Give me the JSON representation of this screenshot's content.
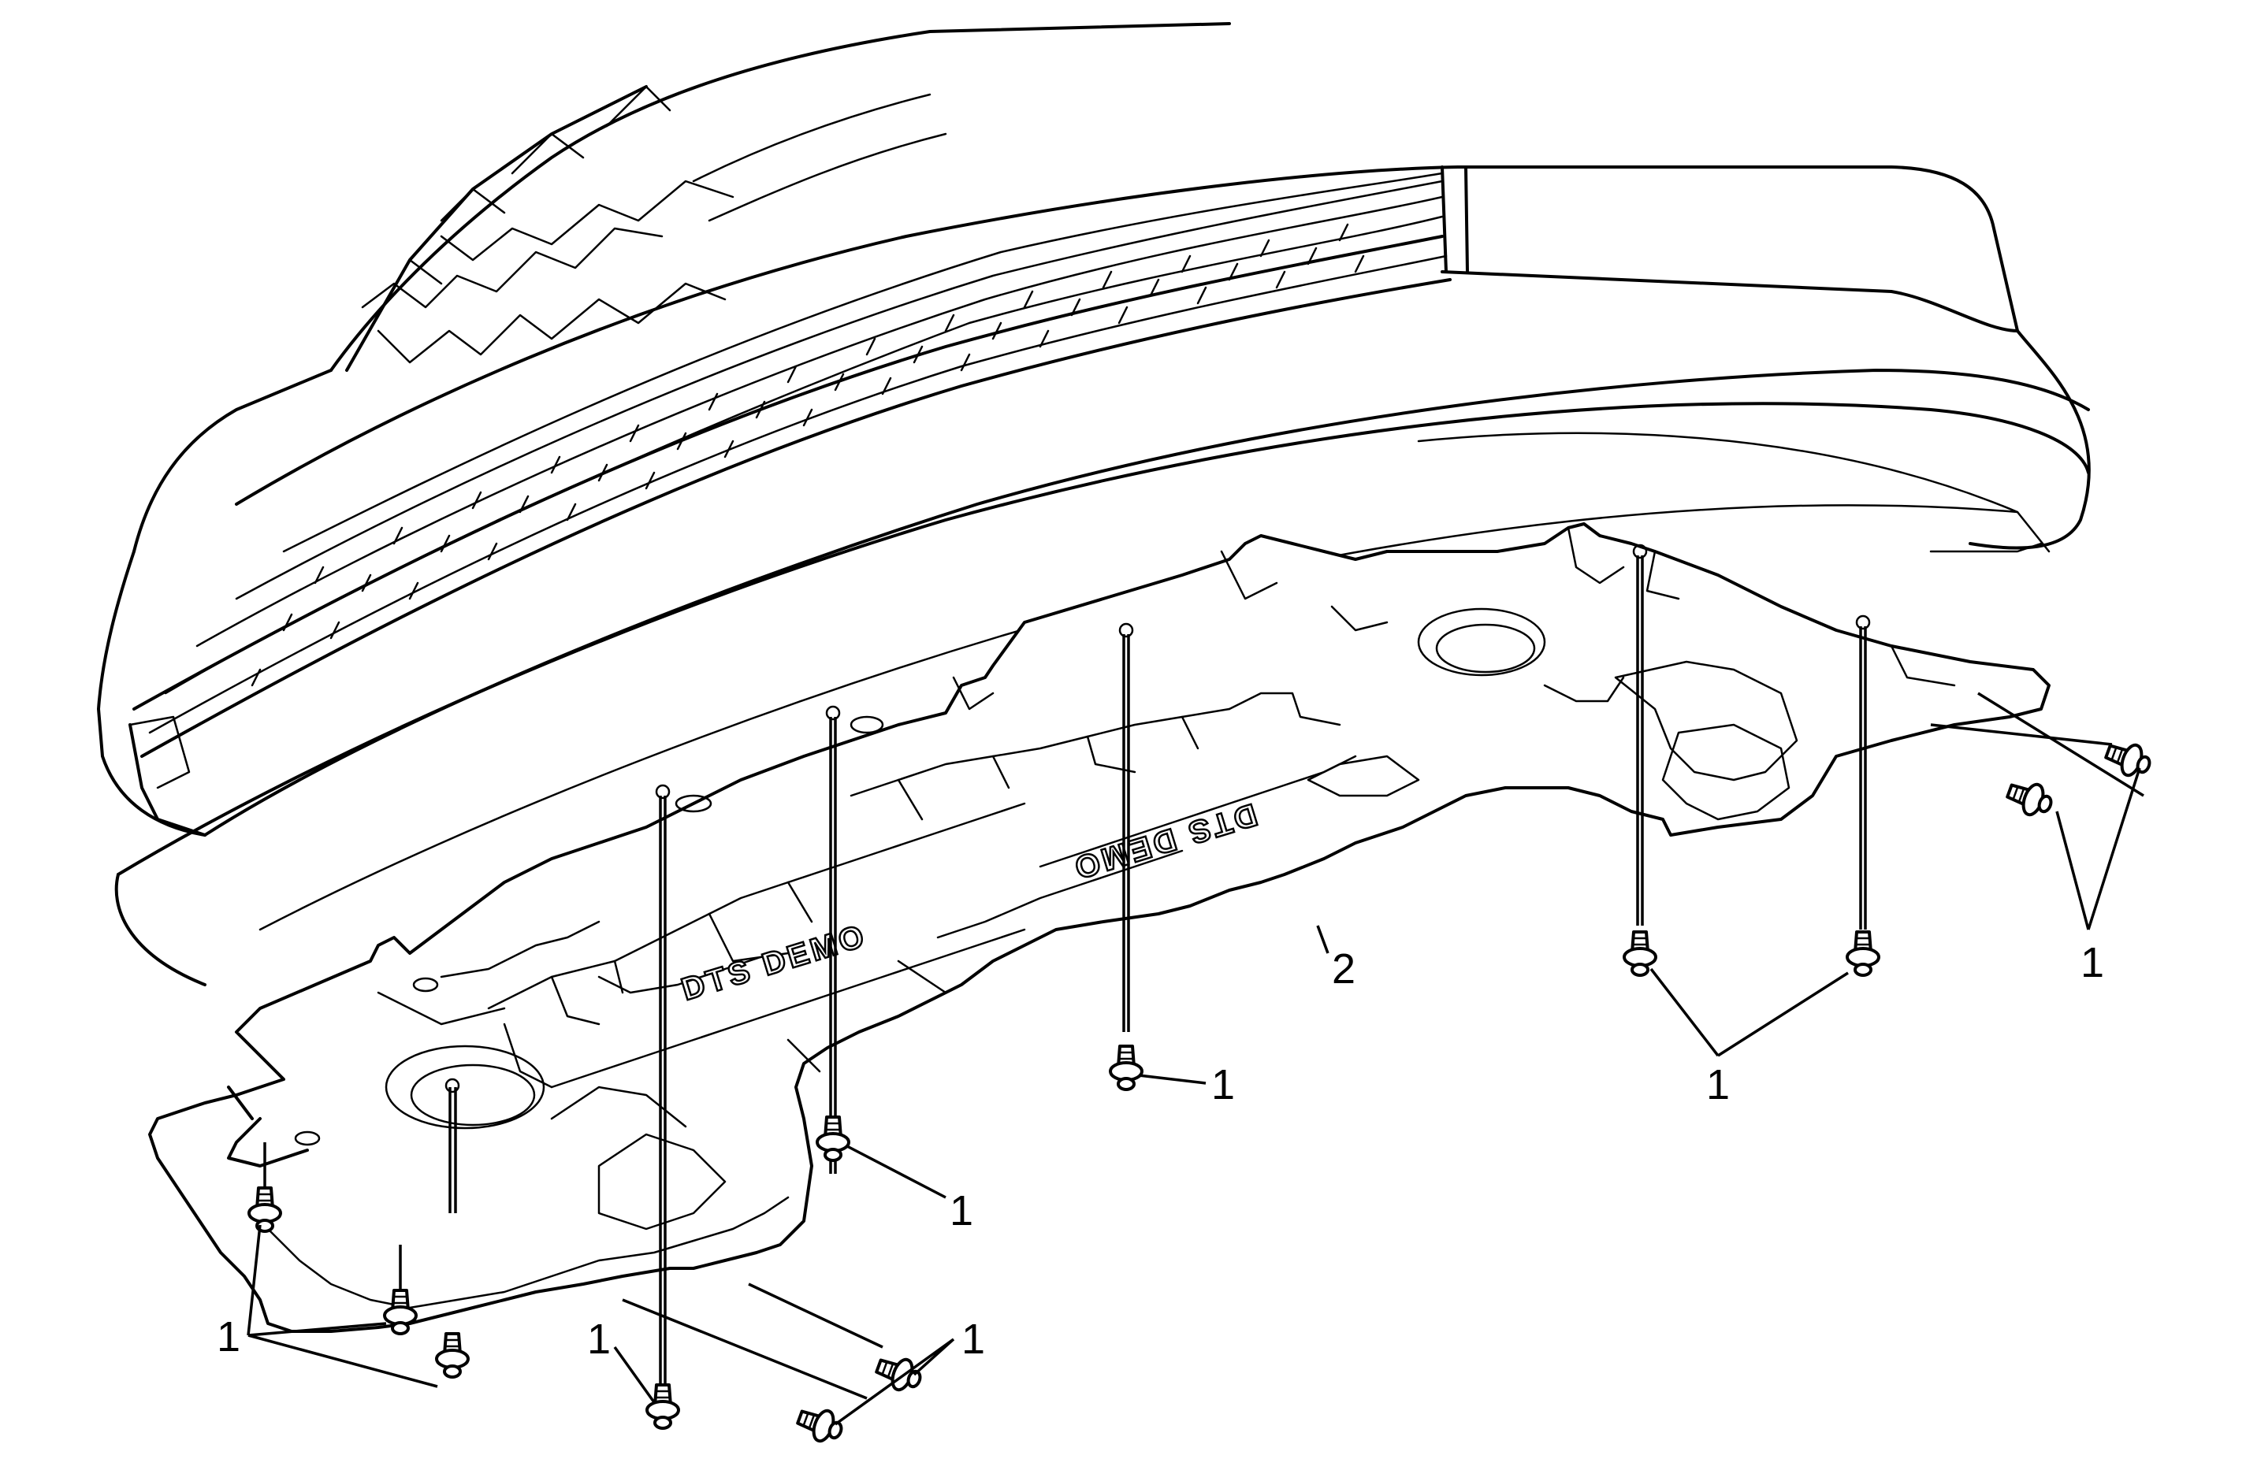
{
  "callouts": {
    "fastener": "1",
    "shield": "2"
  },
  "embossed_text": {
    "left": "DTS DEMO",
    "right": "DTS DEMO"
  }
}
